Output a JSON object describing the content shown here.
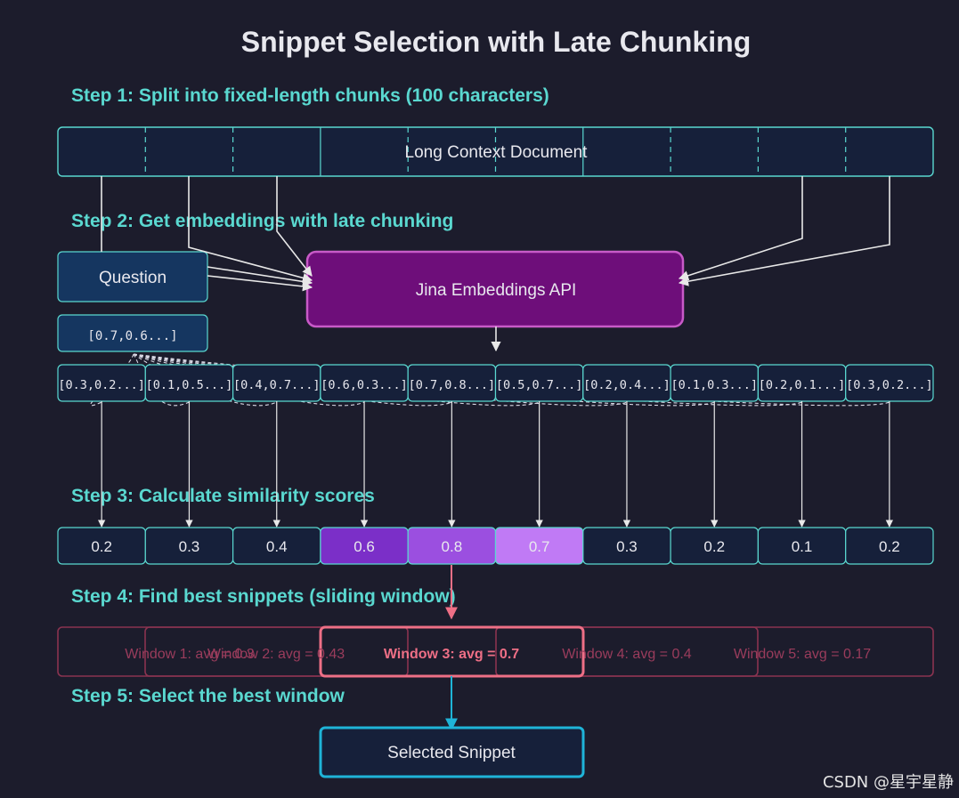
{
  "title": "Snippet Selection with Late Chunking",
  "steps": [
    "Step 1: Split into fixed-length chunks (100 characters)",
    "Step 2: Get embeddings with late chunking",
    "Step 3: Calculate similarity scores",
    "Step 4: Find best snippets (sliding window)",
    "Step 5: Select the best window"
  ],
  "document_label": "Long Context Document",
  "question_label": "Question",
  "question_embedding": "[0.7,0.6...]",
  "api_label": "Jina Embeddings API",
  "chunk_embeddings": [
    "[0.3,0.2...]",
    "[0.1,0.5...]",
    "[0.4,0.7...]",
    "[0.6,0.3...]",
    "[0.7,0.8...]",
    "[0.5,0.7...]",
    "[0.2,0.4...]",
    "[0.1,0.3...]",
    "[0.2,0.1...]",
    "[0.3,0.2...]"
  ],
  "scores": [
    "0.2",
    "0.3",
    "0.4",
    "0.6",
    "0.8",
    "0.7",
    "0.3",
    "0.2",
    "0.1",
    "0.2"
  ],
  "highlighted_scores": [
    3,
    4,
    5
  ],
  "windows": [
    {
      "label": "Window 1: avg = 0.3",
      "best": false
    },
    {
      "label": "Window 2: avg = 0.43",
      "best": false
    },
    {
      "label": "Window 3: avg = 0.7",
      "best": true
    },
    {
      "label": "Window 4: avg = 0.4",
      "best": false
    },
    {
      "label": "Window 5: avg = 0.17",
      "best": false
    }
  ],
  "selected_label": "Selected Snippet",
  "watermark": "CSDN @星宇星静",
  "colors": {
    "background": "#1c1c2c",
    "teal": "#5ad8d0",
    "box_fill": "#16203a",
    "question_fill": "#153660",
    "api_fill": "#6e0e7a",
    "api_stroke": "#c85ac8",
    "score_high_1": "#7b2fc8",
    "score_high_2": "#9b4fe0",
    "score_high_3": "#c07af5",
    "window_red": "#ee6f86",
    "selected_stroke": "#1fb4d8"
  }
}
